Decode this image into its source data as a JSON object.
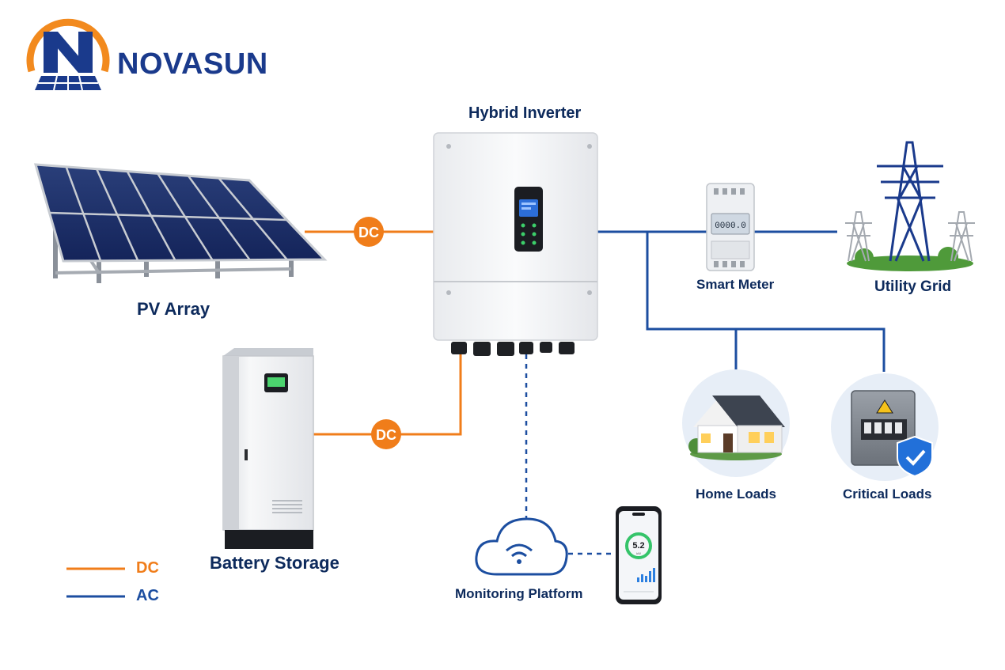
{
  "brand": {
    "name": "NOVASUN",
    "logo_letter": "N",
    "logo_icon": "sun-panel-logo-icon"
  },
  "components": {
    "inverter": {
      "label": "Hybrid Inverter",
      "icon": "hybrid-inverter-icon"
    },
    "pv": {
      "label": "PV Array",
      "icon": "solar-panel-icon"
    },
    "battery": {
      "label": "Battery Storage",
      "icon": "battery-cabinet-icon"
    },
    "meter": {
      "label": "Smart Meter",
      "icon": "smart-meter-icon",
      "display": "0000.0"
    },
    "grid": {
      "label": "Utility Grid",
      "icon": "power-tower-icon"
    },
    "home": {
      "label": "Home Loads",
      "icon": "house-icon"
    },
    "critical": {
      "label": "Critical Loads",
      "icon": "breaker-panel-icon"
    },
    "monitor": {
      "label": "Monitoring Platform",
      "icon": "cloud-wifi-icon"
    },
    "phone": {
      "icon": "smartphone-app-icon",
      "value": "5.2",
      "unit": "kW"
    }
  },
  "connections": {
    "pv_link": "DC",
    "battery_link": "DC"
  },
  "legend": [
    {
      "label": "DC",
      "color": "#f07d1a"
    },
    {
      "label": "AC",
      "color": "#1c4ea0"
    }
  ],
  "colors": {
    "dc": "#f07d1a",
    "ac": "#1c4ea0",
    "navy": "#0d2a5c",
    "brand": "#1a3a8c"
  }
}
